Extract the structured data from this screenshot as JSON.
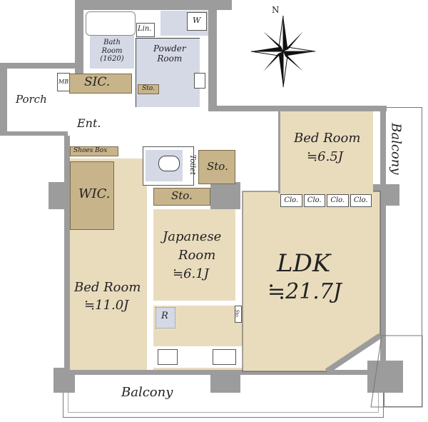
{
  "compass": {
    "north_label": "N"
  },
  "rooms": {
    "bath": {
      "name": "Bath\nRoom\n(1620)",
      "line1": "Bath",
      "line2": "Room",
      "line3": "(1620)"
    },
    "linen": "Lin.",
    "washer": "W",
    "powder": {
      "line1": "Powder",
      "line2": "Room"
    },
    "mb": "MB",
    "sic": "SIC.",
    "sto_small": "Sto.",
    "porch": "Porch",
    "entrance": "Ent.",
    "shoes_box": "Shoes Box",
    "wic": "WIC.",
    "toilet": "Toilet",
    "sto_toilet": "Sto.",
    "sto_japanese": "Sto.",
    "sto_kitchen": "Sto.",
    "japanese": {
      "line1": "Japanese",
      "line2": "Room",
      "size": "≒6.1J"
    },
    "bed_main": {
      "line1": "Bed Room",
      "size": "≒11.0J"
    },
    "bed_small": {
      "line1": "Bed Room",
      "size": "≒6.5J"
    },
    "closets": [
      "Clo.",
      "Clo.",
      "Clo.",
      "Clo."
    ],
    "ldk": {
      "name": "LDK",
      "size": "≒21.7J"
    },
    "refrigerator": "R",
    "balcony_right": "Balcony",
    "balcony_bottom": "Balcony"
  }
}
